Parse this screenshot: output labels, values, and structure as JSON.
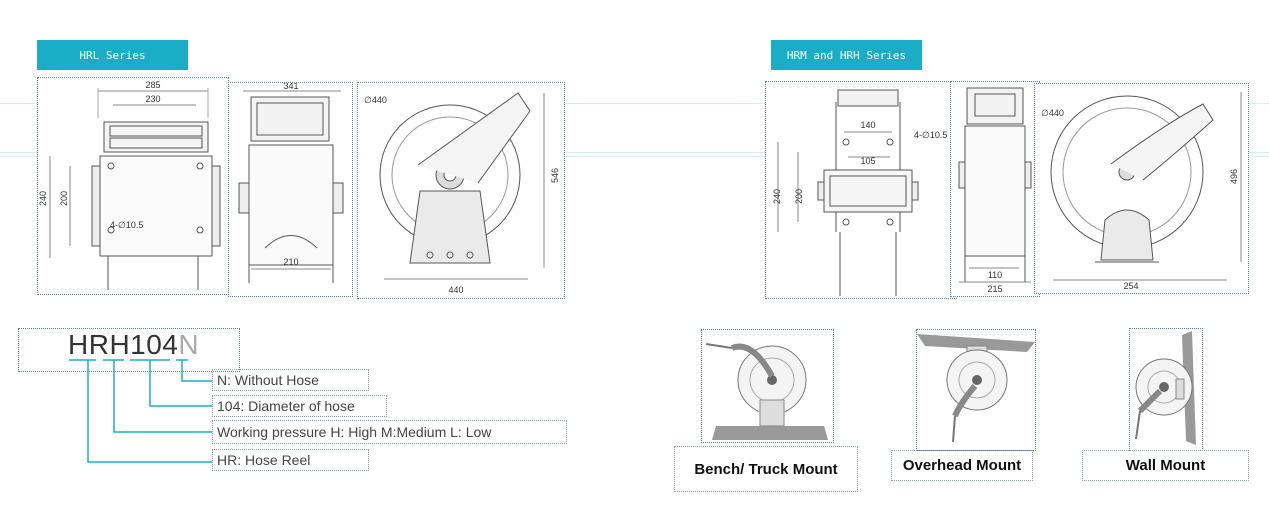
{
  "series_tags": {
    "hrl": "HRL Series",
    "hrm_hrh": "HRM and HRH Series"
  },
  "hrl": {
    "front": {
      "dim_top": "285",
      "dim_inner": "230",
      "dim_left": "240",
      "dim_left_inner": "200",
      "holes": "4-∅10.5"
    },
    "side": {
      "dim_top": "341",
      "dim_bottom": "210"
    },
    "reel": {
      "dia": "∅440",
      "height": "546",
      "width": "440"
    }
  },
  "hrm": {
    "front": {
      "dim_upper": "140",
      "dim_mid": "105",
      "holes": "4-∅10.5",
      "dim_left": "240",
      "dim_left_inner": "200"
    },
    "side": {
      "dim_inner": "110",
      "dim_outer": "215"
    },
    "reel": {
      "dia": "∅440",
      "height": "496",
      "width": "254"
    }
  },
  "model_code": {
    "prefix": "HRH104",
    "suffix": "N"
  },
  "legend": [
    "N: Without Hose",
    "104: Diameter of hose",
    "Working pressure H: High M:Medium L: Low",
    "HR: Hose Reel"
  ],
  "mounts": [
    "Bench/ Truck Mount",
    "Overhead Mount",
    "Wall Mount"
  ],
  "colors": {
    "accent": "#1aaec6",
    "line": "#555555"
  }
}
